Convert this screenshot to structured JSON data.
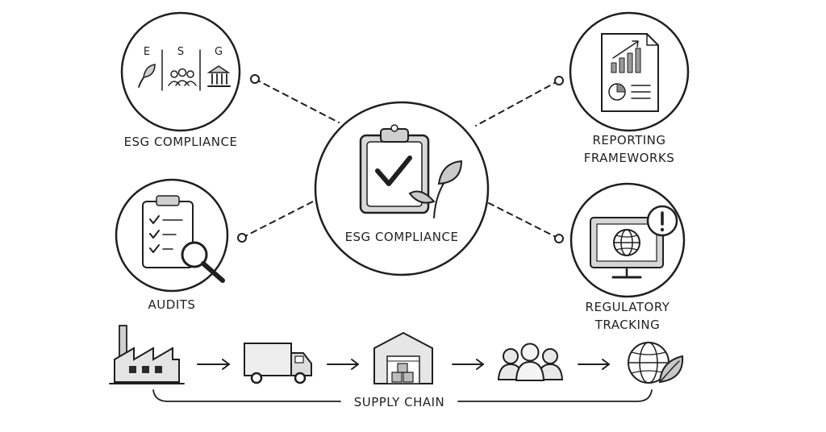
{
  "center": {
    "label": "ESG COMPLIANCE",
    "icon": "clipboard-check-leaf-icon"
  },
  "nodes": {
    "esg": {
      "label": "ESG COMPLIANCE",
      "letters": [
        "E",
        "S",
        "G"
      ],
      "icons": [
        "leaf-icon",
        "people-icon",
        "bank-icon"
      ]
    },
    "reporting": {
      "label_line1": "REPORTING",
      "label_line2": "FRAMEWORKS",
      "icon": "report-chart-icon"
    },
    "audits": {
      "label": "AUDITS",
      "icon": "checklist-magnifier-icon"
    },
    "regulatory": {
      "label_line1": "REGULATORY",
      "label_line2": "TRACKING",
      "icon": "monitor-globe-alert-icon"
    }
  },
  "supply_chain": {
    "label": "SUPPLY CHAIN",
    "steps": [
      "factory-icon",
      "truck-icon",
      "warehouse-icon",
      "people-group-icon",
      "globe-leaf-icon"
    ]
  }
}
